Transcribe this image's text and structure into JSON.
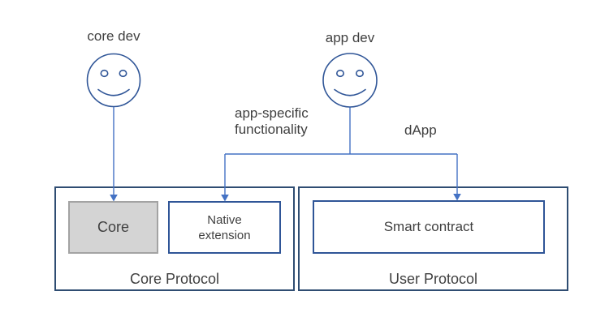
{
  "diagram": {
    "actors": {
      "core_dev": {
        "label": "core dev",
        "icon": "smiley-face"
      },
      "app_dev": {
        "label": "app dev",
        "icon": "smiley-face"
      }
    },
    "edge_labels": {
      "app_specific": "app-specific functionality",
      "dapp": "dApp"
    },
    "containers": {
      "core_protocol": {
        "label": "Core Protocol",
        "children": {
          "core": {
            "label": "Core"
          },
          "native_extension": {
            "label": "Native extension"
          }
        }
      },
      "user_protocol": {
        "label": "User Protocol",
        "children": {
          "smart_contract": {
            "label": "Smart contract"
          }
        }
      }
    },
    "colors": {
      "connector": "#4472c4",
      "face_stroke": "#2f5597",
      "outer_box_border": "#2f4d72",
      "inner_box_border": "#2f5597",
      "core_box_fill": "#d4d4d4",
      "core_box_border": "#a3a3a3",
      "text": "#404040",
      "background": "#ffffff"
    }
  }
}
